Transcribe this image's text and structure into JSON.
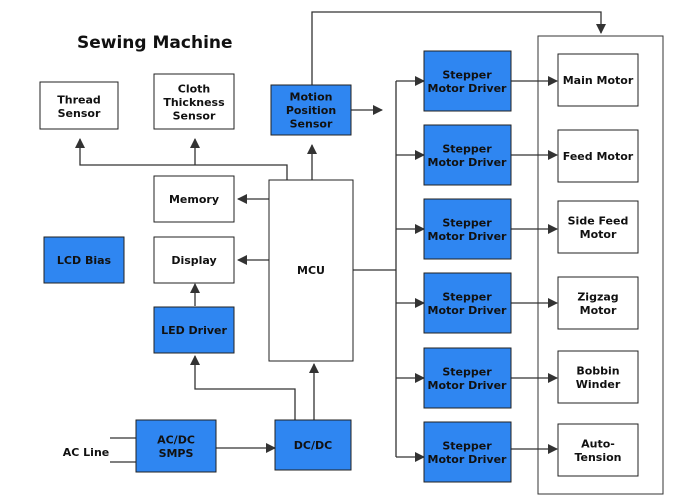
{
  "title": "Sewing Machine",
  "blocks": {
    "thread_sensor": [
      "Thread",
      "Sensor"
    ],
    "cloth_sensor": [
      "Cloth",
      "Thickness",
      "Sensor"
    ],
    "motion_sensor": [
      "Motion",
      "Position",
      "Sensor"
    ],
    "memory": [
      "Memory"
    ],
    "display": [
      "Display"
    ],
    "lcd_bias": [
      "LCD Bias"
    ],
    "led_driver": [
      "LED Driver"
    ],
    "mcu": [
      "MCU"
    ],
    "smps": [
      "AC/DC",
      "SMPS"
    ],
    "dcdc": [
      "DC/DC"
    ],
    "ac_line": [
      "AC Line"
    ]
  },
  "drivers": [
    [
      "Stepper",
      "Motor Driver"
    ],
    [
      "Stepper",
      "Motor Driver"
    ],
    [
      "Stepper",
      "Motor Driver"
    ],
    [
      "Stepper",
      "Motor Driver"
    ],
    [
      "Stepper",
      "Motor Driver"
    ],
    [
      "Stepper",
      "Motor Driver"
    ]
  ],
  "motors": [
    [
      "Main Motor"
    ],
    [
      "Feed Motor"
    ],
    [
      "Side Feed",
      "Motor"
    ],
    [
      "Zigzag",
      "Motor"
    ],
    [
      "Bobbin",
      "Winder"
    ],
    [
      "Auto-",
      "Tension"
    ]
  ],
  "colors": {
    "accent": "#2f86f1",
    "box": "#ffffff",
    "line": "#333333"
  }
}
